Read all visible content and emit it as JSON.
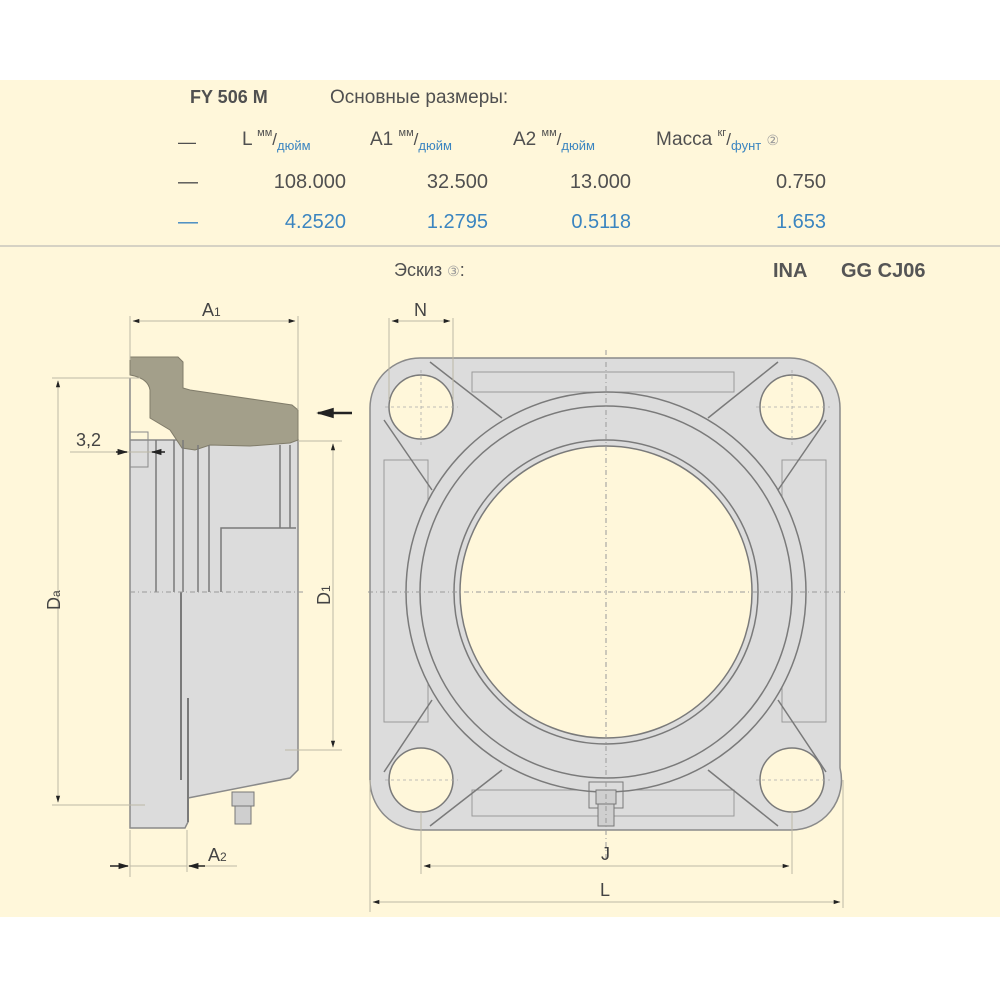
{
  "header": {
    "designation": "FY 506 M",
    "subtitle": "Основные размеры:"
  },
  "table": {
    "columns": [
      {
        "name": "L",
        "unit_top": "мм",
        "unit_bottom": "дюйм"
      },
      {
        "name": "A1",
        "unit_top": "мм",
        "unit_bottom": "дюйм"
      },
      {
        "name": "A2",
        "unit_top": "мм",
        "unit_bottom": "дюйм"
      },
      {
        "name": "Масса",
        "unit_top": "кг",
        "unit_bottom": "фунт",
        "note": "②"
      }
    ],
    "row_marker": "—",
    "rows": [
      {
        "unit": "mm",
        "values": [
          "108.000",
          "32.500",
          "13.000",
          "0.750"
        ]
      },
      {
        "unit": "inch",
        "values": [
          "4.2520",
          "1.2795",
          "0.5118",
          "1.653"
        ]
      }
    ]
  },
  "sketch": {
    "label": "Эскиз",
    "note": "③",
    "colon": ":",
    "brand": "INA",
    "code": "GG CJ06"
  },
  "drawing": {
    "side_view_labels": {
      "a1": "A1",
      "a2": "A2",
      "d1": "D1",
      "da": "Da",
      "chamfer": "3,2"
    },
    "front_view_labels": {
      "n": "N",
      "j": "J",
      "l": "L"
    }
  },
  "colors": {
    "background": "#fff7da",
    "body_gray": "#dcdcdc",
    "section_hatch": "#a39f8a",
    "inch_blue": "#3b85c0",
    "text": "#505050"
  }
}
